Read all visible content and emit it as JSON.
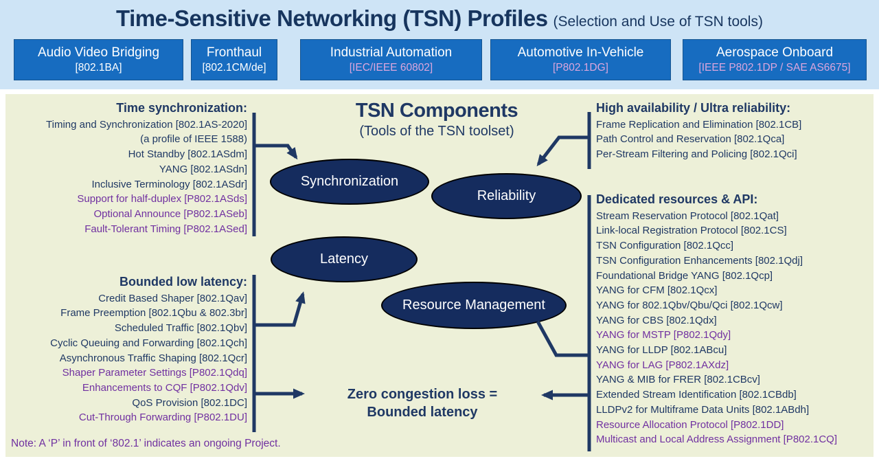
{
  "palette": {
    "banner_bg": "#cee4f6",
    "profile_box_blue": "#176cc0",
    "panel_bg": "#edf0d8",
    "navy_text": "#1f3864",
    "node_fill": "#152c5e",
    "ongoing_project_purple": "#7030a0",
    "project_code_pink": "#dca6dd"
  },
  "banner": {
    "title": "Time-Sensitive Networking (TSN) Profiles",
    "subtitle": "(Selection and Use of TSN tools)",
    "profiles": [
      {
        "name": "Audio Video Bridging",
        "code": "[802.1BA]",
        "code_style": "plain"
      },
      {
        "name": "Fronthaul",
        "code": "[802.1CM/de]",
        "code_style": "plain"
      },
      {
        "name": "Industrial Automation",
        "code": "[IEC/IEEE 60802]",
        "code_style": "project"
      },
      {
        "name": "Automotive In-Vehicle",
        "code": "[P802.1DG]",
        "code_style": "project"
      },
      {
        "name": "Aerospace Onboard",
        "code": "[IEEE P802.1DP / SAE AS6675]",
        "code_style": "project"
      }
    ]
  },
  "components": {
    "title": "TSN Components",
    "subtitle": "(Tools of the TSN toolset)",
    "nodes": {
      "synchronization": "Synchronization",
      "reliability": "Reliability",
      "latency": "Latency",
      "resource_management": "Resource Management"
    },
    "conclusion_line1": "Zero congestion loss =",
    "conclusion_line2": "Bounded latency"
  },
  "lists": {
    "time_sync": {
      "heading": "Time synchronization:",
      "items": [
        {
          "text": "Timing and Synchronization [802.1AS-2020]",
          "ongoing": false
        },
        {
          "text": "(a profile of IEEE 1588)",
          "ongoing": false
        },
        {
          "text": "Hot Standby [802.1ASdm]",
          "ongoing": false
        },
        {
          "text": "YANG [802.1ASdn]",
          "ongoing": false
        },
        {
          "text": "Inclusive Terminology [802.1ASdr]",
          "ongoing": false
        },
        {
          "text": "Support for half-duplex [P802.1ASds]",
          "ongoing": true
        },
        {
          "text": "Optional Announce [P802.1ASeb]",
          "ongoing": true
        },
        {
          "text": "Fault-Tolerant Timing [P802.1ASed]",
          "ongoing": true
        }
      ]
    },
    "low_latency": {
      "heading": "Bounded low latency:",
      "items": [
        {
          "text": "Credit Based Shaper [802.1Qav]",
          "ongoing": false
        },
        {
          "text": "Frame Preemption [802.1Qbu & 802.3br]",
          "ongoing": false
        },
        {
          "text": "Scheduled Traffic [802.1Qbv]",
          "ongoing": false
        },
        {
          "text": "Cyclic Queuing and Forwarding [802.1Qch]",
          "ongoing": false
        },
        {
          "text": "Asynchronous Traffic Shaping [802.1Qcr]",
          "ongoing": false
        },
        {
          "text": "Shaper Parameter Settings [P802.1Qdq]",
          "ongoing": true
        },
        {
          "text": "Enhancements to CQF [P802.1Qdv]",
          "ongoing": true
        },
        {
          "text": "QoS Provision [802.1DC]",
          "ongoing": false
        },
        {
          "text": "Cut-Through Forwarding [P802.1DU]",
          "ongoing": true
        }
      ]
    },
    "reliability": {
      "heading": "High availability / Ultra reliability:",
      "items": [
        {
          "text": "Frame Replication and Elimination [802.1CB]",
          "ongoing": false
        },
        {
          "text": "Path Control and Reservation [802.1Qca]",
          "ongoing": false
        },
        {
          "text": "Per-Stream Filtering and Policing [802.1Qci]",
          "ongoing": false
        }
      ]
    },
    "resources": {
      "heading": "Dedicated resources & API:",
      "items": [
        {
          "text": "Stream Reservation Protocol [802.1Qat]",
          "ongoing": false
        },
        {
          "text": "Link-local Registration Protocol [802.1CS]",
          "ongoing": false
        },
        {
          "text": "TSN Configuration [802.1Qcc]",
          "ongoing": false
        },
        {
          "text": "TSN Configuration Enhancements [802.1Qdj]",
          "ongoing": false
        },
        {
          "text": "Foundational Bridge YANG [802.1Qcp]",
          "ongoing": false
        },
        {
          "text": "YANG for CFM [802.1Qcx]",
          "ongoing": false
        },
        {
          "text": "YANG for 802.1Qbv/Qbu/Qci [802.1Qcw]",
          "ongoing": false
        },
        {
          "text": "YANG for CBS [802.1Qdx]",
          "ongoing": false
        },
        {
          "text": "YANG for MSTP [P802.1Qdy]",
          "ongoing": true
        },
        {
          "text": "YANG for LLDP [802.1ABcu]",
          "ongoing": false
        },
        {
          "text": "YANG for LAG [P802.1AXdz]",
          "ongoing": true
        },
        {
          "text": "YANG & MIB for FRER [802.1CBcv]",
          "ongoing": false
        },
        {
          "text": "Extended Stream Identification [802.1CBdb]",
          "ongoing": false
        },
        {
          "text": "LLDPv2 for Multiframe Data Units [802.1ABdh]",
          "ongoing": false
        },
        {
          "text": "Resource Allocation Protocol [P802.1DD]",
          "ongoing": true
        },
        {
          "text": "Multicast and Local Address Assignment [P802.1CQ]",
          "ongoing": true
        }
      ]
    }
  },
  "note": "Note: A ‘P’ in front of ‘802.1’ indicates an ongoing Project."
}
